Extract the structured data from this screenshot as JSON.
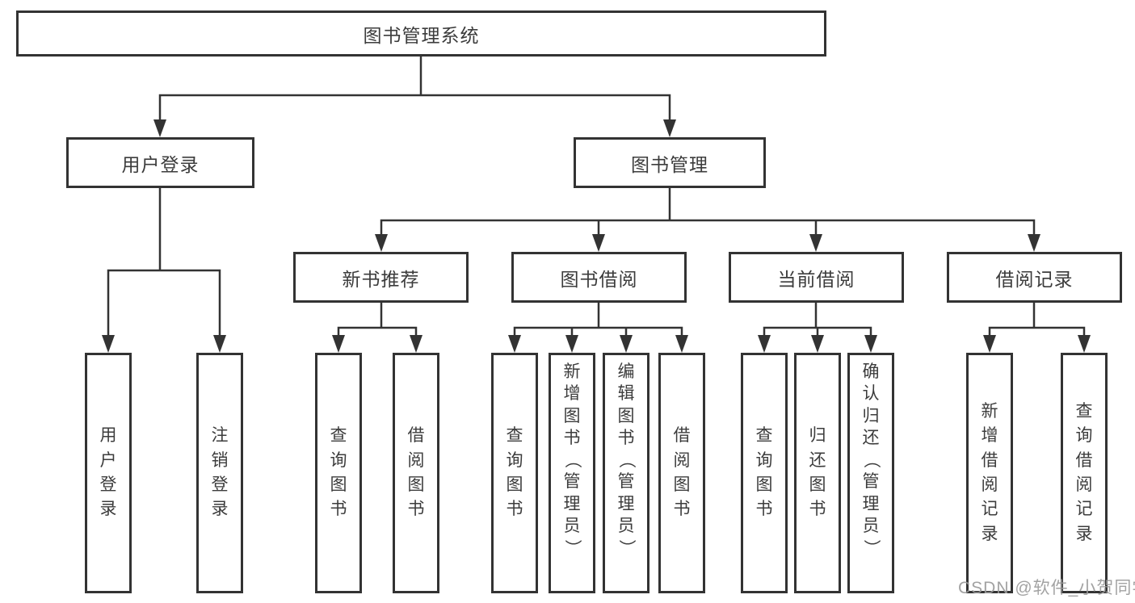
{
  "diagram": {
    "title": "图书管理系统",
    "watermark": "CSDN @软件_小贺同学",
    "colors": {
      "line": "#333333",
      "text": "#3c3c3c",
      "background": "#ffffff",
      "watermark": "#9b9b9b"
    },
    "branches": [
      {
        "label": "用户登录",
        "children": [
          {
            "label": "用户登录"
          },
          {
            "label": "注销登录"
          }
        ]
      },
      {
        "label": "图书管理",
        "groups": [
          {
            "label": "新书推荐",
            "children": [
              {
                "label": "查询图书"
              },
              {
                "label": "借阅图书"
              }
            ]
          },
          {
            "label": "图书借阅",
            "children": [
              {
                "label": "查询图书"
              },
              {
                "label": "新增图书（管理员）"
              },
              {
                "label": "编辑图书（管理员）"
              },
              {
                "label": "借阅图书"
              }
            ]
          },
          {
            "label": "当前借阅",
            "children": [
              {
                "label": "查询图书"
              },
              {
                "label": "归还图书"
              },
              {
                "label": "确认归还（管理员）"
              }
            ]
          },
          {
            "label": "借阅记录",
            "children": [
              {
                "label": "新增借阅记录"
              },
              {
                "label": "查询借阅记录"
              }
            ]
          }
        ]
      }
    ]
  }
}
